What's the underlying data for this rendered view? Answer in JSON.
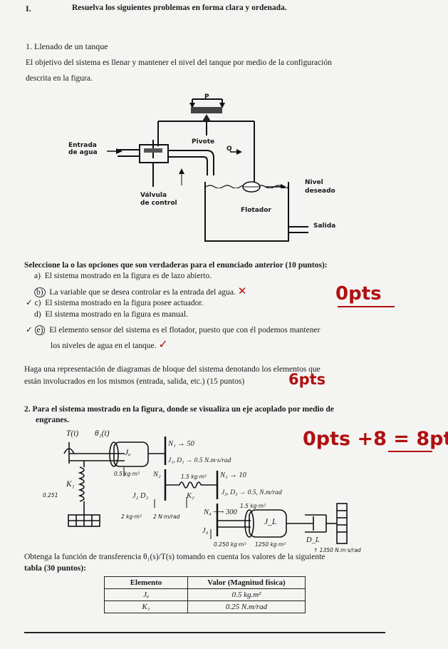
{
  "section": {
    "number": "I.",
    "title": "Resuelva los siguientes problemas en forma clara y ordenada."
  },
  "problem1": {
    "title": "1.  Llenado de un tanque",
    "intro": [
      "El objetivo del sistema es llenar y mantener el nivel del tanque por medio de la configuración",
      "descrita en la figura."
    ],
    "figure": {
      "p": "P",
      "pivote": "Pivote",
      "q": "Q",
      "entrada1": "Entrada",
      "entrada2": "de agua",
      "nivel1": "Nivel",
      "nivel2": "deseado",
      "valvula1": "Válvula",
      "valvula2": "de control",
      "flotador": "Flotador",
      "salida": "Salida"
    },
    "question": "Seleccione la o las opciones que son verdaderas para el enunciado anterior (10 puntos):",
    "options": [
      {
        "letter": "a)",
        "text": "El sistema mostrado en la figura es de lazo abierto."
      },
      {
        "letter": "b)",
        "text": "La variable que se desea controlar es la entrada del agua."
      },
      {
        "letter": "c)",
        "text": "El sistema mostrado en la figura posee actuador."
      },
      {
        "letter": "d)",
        "text": "El sistema mostrado en la figura es manual."
      },
      {
        "letter": "e)",
        "text": "El elemento sensor del sistema es el flotador, puesto que con él podemos mantener"
      }
    ],
    "option_e_cont": "los niveles de agua en el tanque.",
    "grade1": "0pts",
    "block_question": [
      "Haga una representación de diagramas de bloque del sistema denotando los elementos que",
      "están involucrados en los mismos (entrada, salida, etc.)  (15 puntos)"
    ],
    "grade2": "6pts"
  },
  "problem2": {
    "title": "2.  Para el sistema mostrado en la figura, donde se visualiza un eje acoplado por medio de",
    "title_cont": "engranes.",
    "grade": "0pts +8 = 8pts",
    "figure": {
      "torque": "T(t)",
      "theta": "θ₁(t)",
      "ja": "Jₐ",
      "n1": "N₁ → 50",
      "j1d1": "J₁, D₁ → 0.5 N.m·s/rad",
      "n2": "N₂",
      "n3": "N₃ → 10",
      "k1": "K₁",
      "k2": "K₂",
      "j2d2": "J₂  D₂",
      "j3d3": "J₃, D₃ → 0.5, N.m/rad",
      "n4": "N₄ ⟶ 300",
      "j4": "J₄",
      "jl": "J_L",
      "dl": "D_L",
      "hw1": "0.5 kg·m²",
      "hw2": "1.5 kg·m²",
      "hw3": "2 kg·m²",
      "hw4": "2 N·m/rad",
      "hw5": "0.250 kg·m²",
      "hw6": "1250 kg·m²",
      "hw7": "↑ 1350 N.m·s/rad",
      "hw8": "0.251",
      "hw9": "1.5 kg·m²"
    },
    "transfer": "Obtenga la función de transferencia θ₁(s)/T(s) tomando en cuenta los valores de la siguiente",
    "transfer_cont": "tabla (30 puntos):",
    "table": {
      "headers": [
        "Elemento",
        "Valor (Magnitud física)"
      ],
      "rows": [
        {
          "element": "Jₐ",
          "value": "0.5 kg.m²"
        },
        {
          "element": "K₁",
          "value": "0.25 N.m/rad"
        }
      ]
    }
  }
}
